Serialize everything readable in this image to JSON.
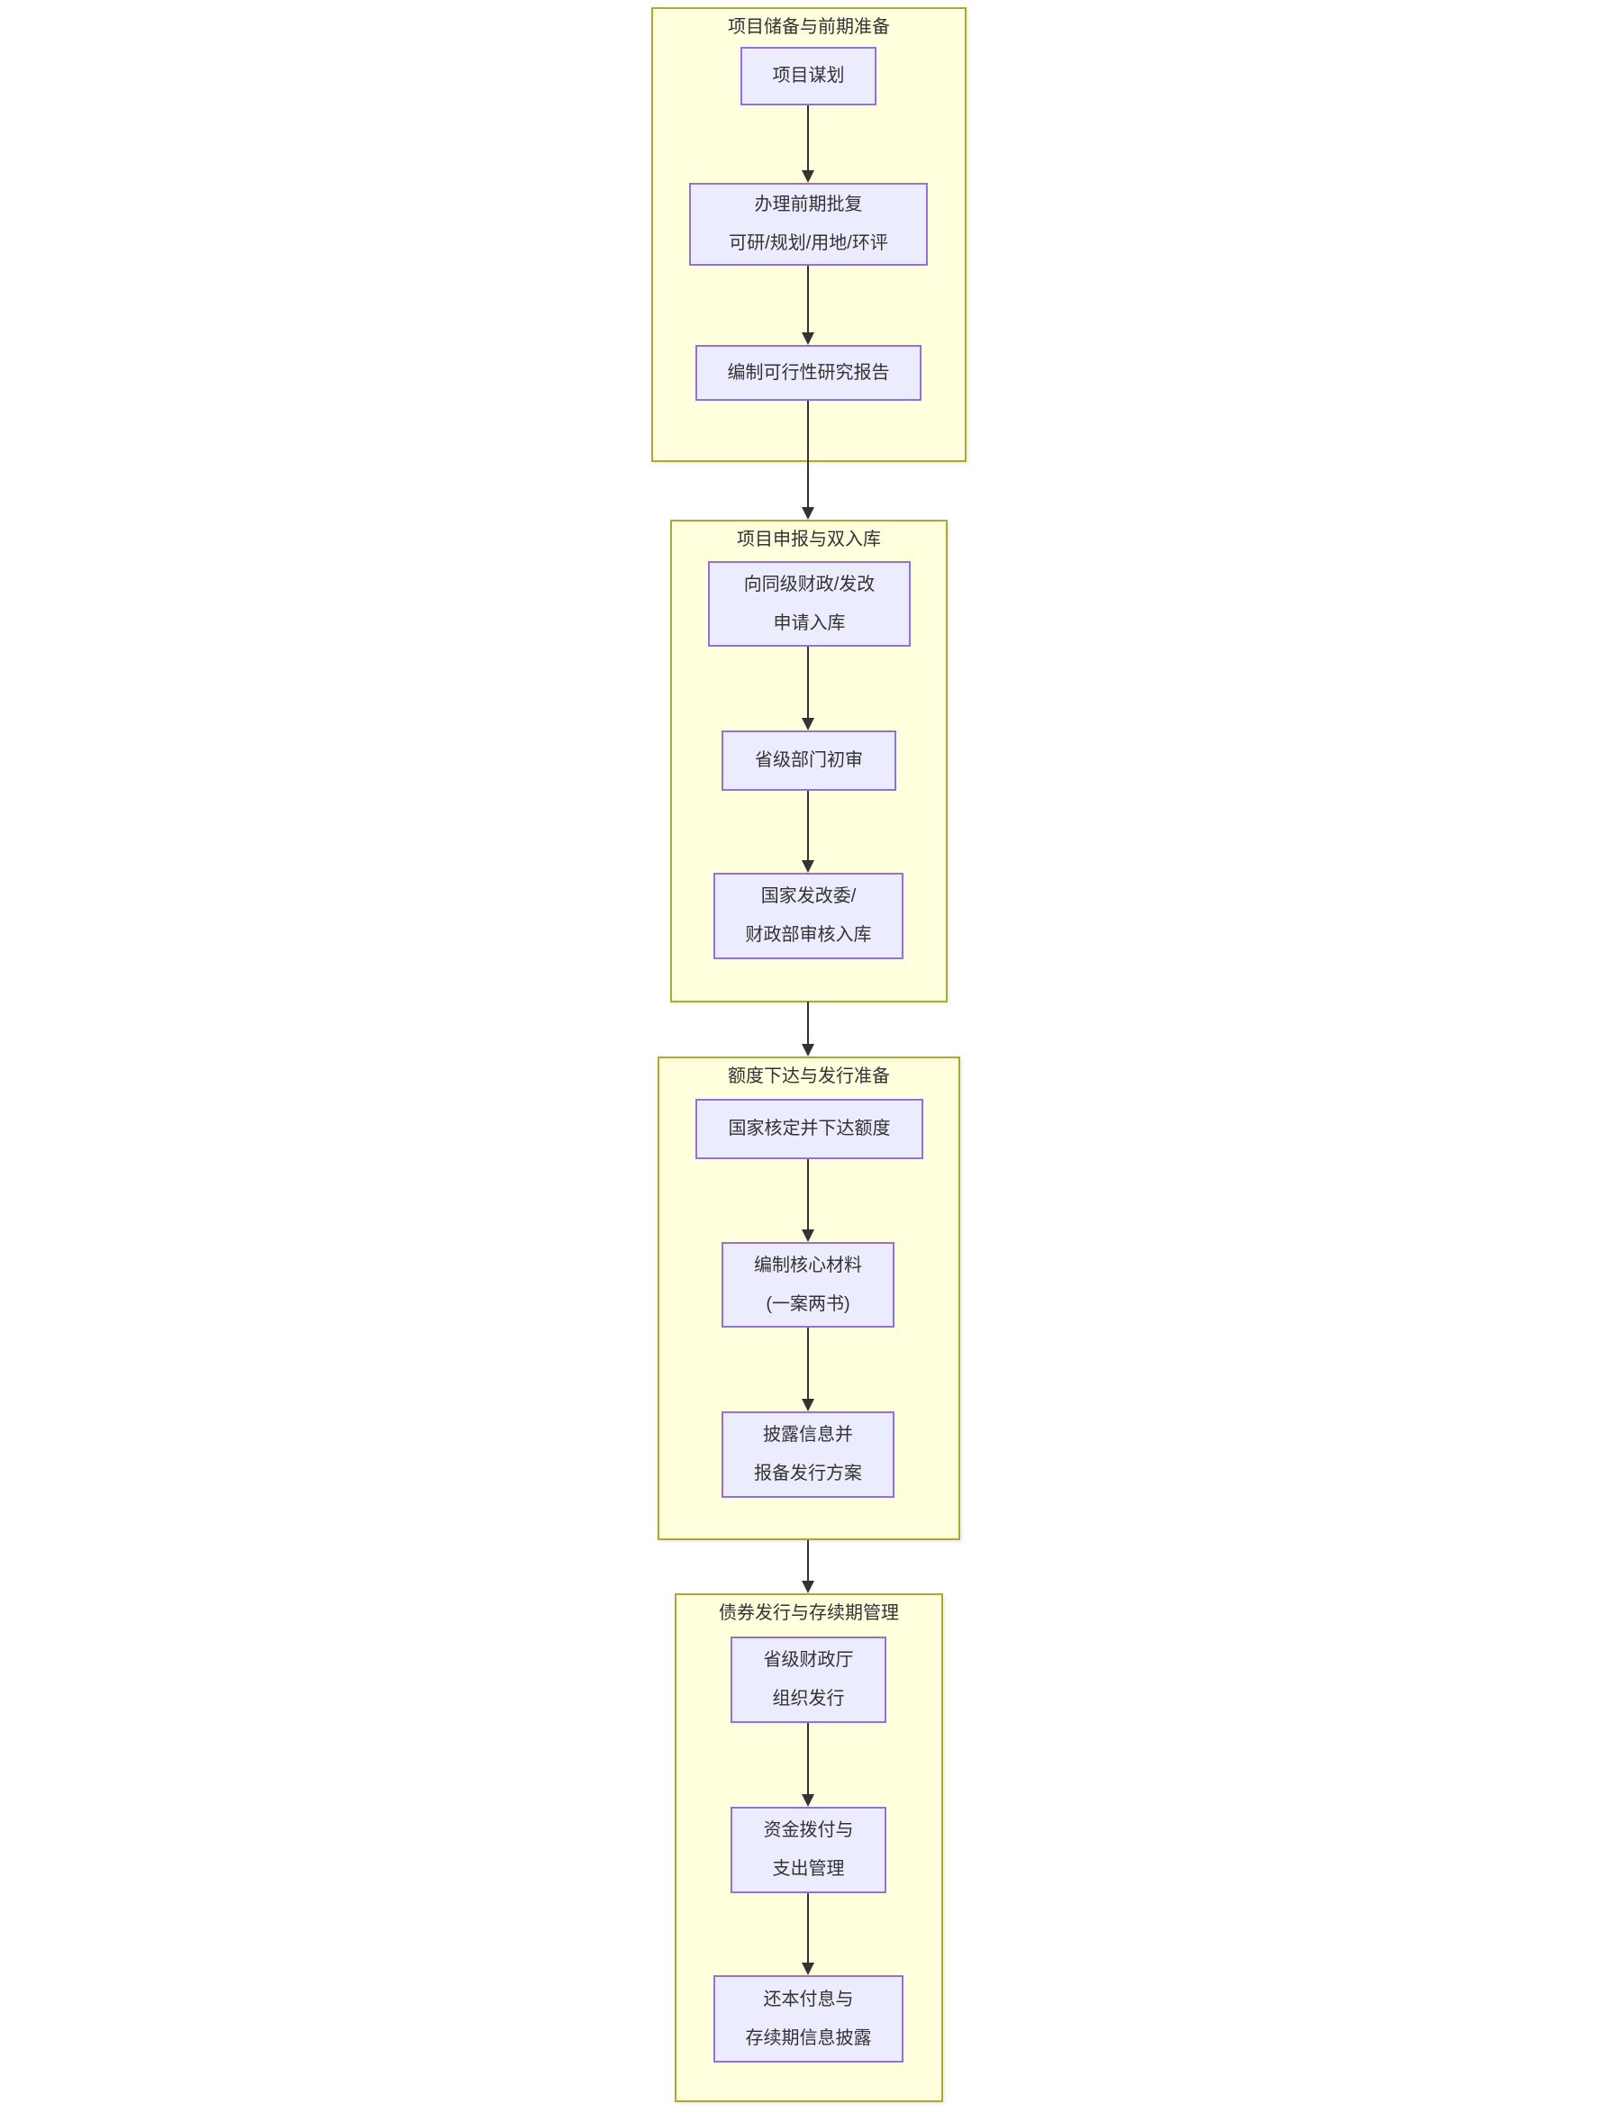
{
  "diagram": {
    "type": "flowchart-top-down",
    "groups": [
      {
        "title": "项目储备与前期准备",
        "nodes": [
          {
            "lines": [
              "项目谋划"
            ]
          },
          {
            "lines": [
              "办理前期批复",
              "可研/规划/用地/环评"
            ]
          },
          {
            "lines": [
              "编制可行性研究报告"
            ]
          }
        ]
      },
      {
        "title": "项目申报与双入库",
        "nodes": [
          {
            "lines": [
              "向同级财政/发改",
              "申请入库"
            ]
          },
          {
            "lines": [
              "省级部门初审"
            ]
          },
          {
            "lines": [
              "国家发改委/",
              "财政部审核入库"
            ]
          }
        ]
      },
      {
        "title": "额度下达与发行准备",
        "nodes": [
          {
            "lines": [
              "国家核定并下达额度"
            ]
          },
          {
            "lines": [
              "编制核心材料",
              "(一案两书)"
            ]
          },
          {
            "lines": [
              "披露信息并",
              "报备发行方案"
            ]
          }
        ]
      },
      {
        "title": "债券发行与存续期管理",
        "nodes": [
          {
            "lines": [
              "省级财政厅",
              "组织发行"
            ]
          },
          {
            "lines": [
              "资金拨付与",
              "支出管理"
            ]
          },
          {
            "lines": [
              "还本付息与",
              "存续期信息披露"
            ]
          }
        ]
      }
    ],
    "colors": {
      "cluster_fill": "#ffffde",
      "cluster_border": "#aaaa33",
      "node_fill": "#ececff",
      "node_border": "#9370db",
      "text": "#333333",
      "edge": "#333333"
    }
  }
}
